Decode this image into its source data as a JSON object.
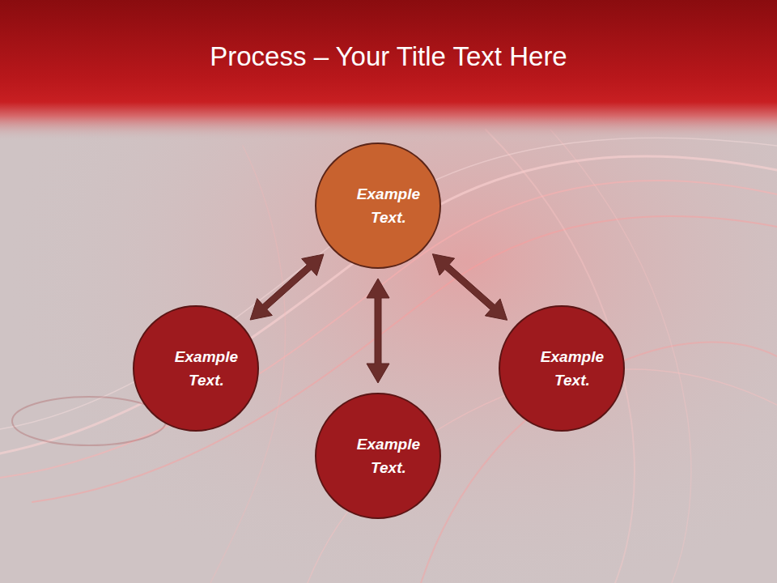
{
  "diagram": {
    "title": "Process – Your Title Text Here",
    "nodes": [
      {
        "text": [
          "Example Text."
        ]
      },
      {
        "text": [
          "Example Text."
        ]
      },
      {
        "text": [
          "Example Text."
        ]
      },
      {
        "text": [
          "Example Text."
        ]
      }
    ],
    "edges": [
      {
        "from": 0,
        "to": 1,
        "arrow": "both"
      },
      {
        "from": 0,
        "to": 2,
        "arrow": "both"
      },
      {
        "from": 0,
        "to": 3,
        "arrow": "both"
      }
    ]
  }
}
